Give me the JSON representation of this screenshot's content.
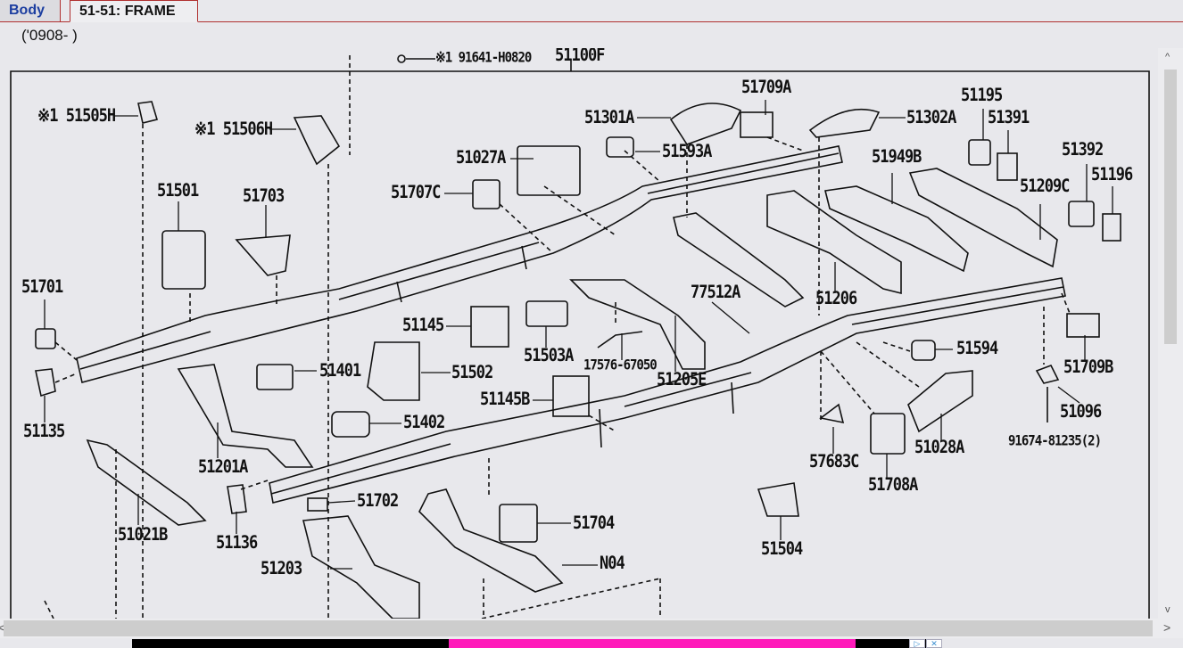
{
  "tabs": [
    {
      "label": "Body",
      "active": false
    },
    {
      "label": "51-51: FRAME",
      "active": true
    }
  ],
  "date_range": "('0908-      )",
  "diagram": {
    "title": "Frame parts diagram",
    "top_callouts": {
      "assembly": "51100F",
      "bolt": "※1 91641-H0820"
    },
    "labels": [
      {
        "id": "51505H",
        "text": "※1 51505H"
      },
      {
        "id": "51506H",
        "text": "※1 51506H"
      },
      {
        "id": "51501",
        "text": "51501"
      },
      {
        "id": "51703",
        "text": "51703"
      },
      {
        "id": "51701",
        "text": "51701"
      },
      {
        "id": "51135",
        "text": "51135"
      },
      {
        "id": "51401",
        "text": "51401"
      },
      {
        "id": "51201A",
        "text": "51201A"
      },
      {
        "id": "51502",
        "text": "51502"
      },
      {
        "id": "51402",
        "text": "51402"
      },
      {
        "id": "51021B",
        "text": "51021B"
      },
      {
        "id": "51136",
        "text": "51136"
      },
      {
        "id": "51702",
        "text": "51702"
      },
      {
        "id": "51203",
        "text": "51203"
      },
      {
        "id": "51704",
        "text": "51704"
      },
      {
        "id": "N04",
        "text": "N04"
      },
      {
        "id": "51027A",
        "text": "51027A"
      },
      {
        "id": "51707C",
        "text": "51707C"
      },
      {
        "id": "51301A",
        "text": "51301A"
      },
      {
        "id": "51593A",
        "text": "51593A"
      },
      {
        "id": "51709A",
        "text": "51709A"
      },
      {
        "id": "51302A",
        "text": "51302A"
      },
      {
        "id": "51145",
        "text": "51145"
      },
      {
        "id": "51503A",
        "text": "51503A"
      },
      {
        "id": "17576-67050",
        "text": "17576-67050"
      },
      {
        "id": "51205E",
        "text": "51205E"
      },
      {
        "id": "51145B",
        "text": "51145B"
      },
      {
        "id": "77512A",
        "text": "77512A"
      },
      {
        "id": "51206",
        "text": "51206"
      },
      {
        "id": "51949B",
        "text": "51949B"
      },
      {
        "id": "51195",
        "text": "51195"
      },
      {
        "id": "51391",
        "text": "51391"
      },
      {
        "id": "51392",
        "text": "51392"
      },
      {
        "id": "51209C",
        "text": "51209C"
      },
      {
        "id": "51196",
        "text": "51196"
      },
      {
        "id": "51594",
        "text": "51594"
      },
      {
        "id": "51709B",
        "text": "51709B"
      },
      {
        "id": "51096",
        "text": "51096"
      },
      {
        "id": "91674-81235(2)",
        "text": "91674-81235(2)"
      },
      {
        "id": "51028A",
        "text": "51028A"
      },
      {
        "id": "51708A",
        "text": "51708A"
      },
      {
        "id": "57683C",
        "text": "57683C"
      },
      {
        "id": "51504",
        "text": "51504"
      }
    ]
  },
  "scrollbars": {
    "vertical_up": "^",
    "vertical_down": "v",
    "horizontal_left": "<",
    "horizontal_right": ">"
  },
  "ad": {
    "play_icon": "▷",
    "close_icon": "✕"
  }
}
